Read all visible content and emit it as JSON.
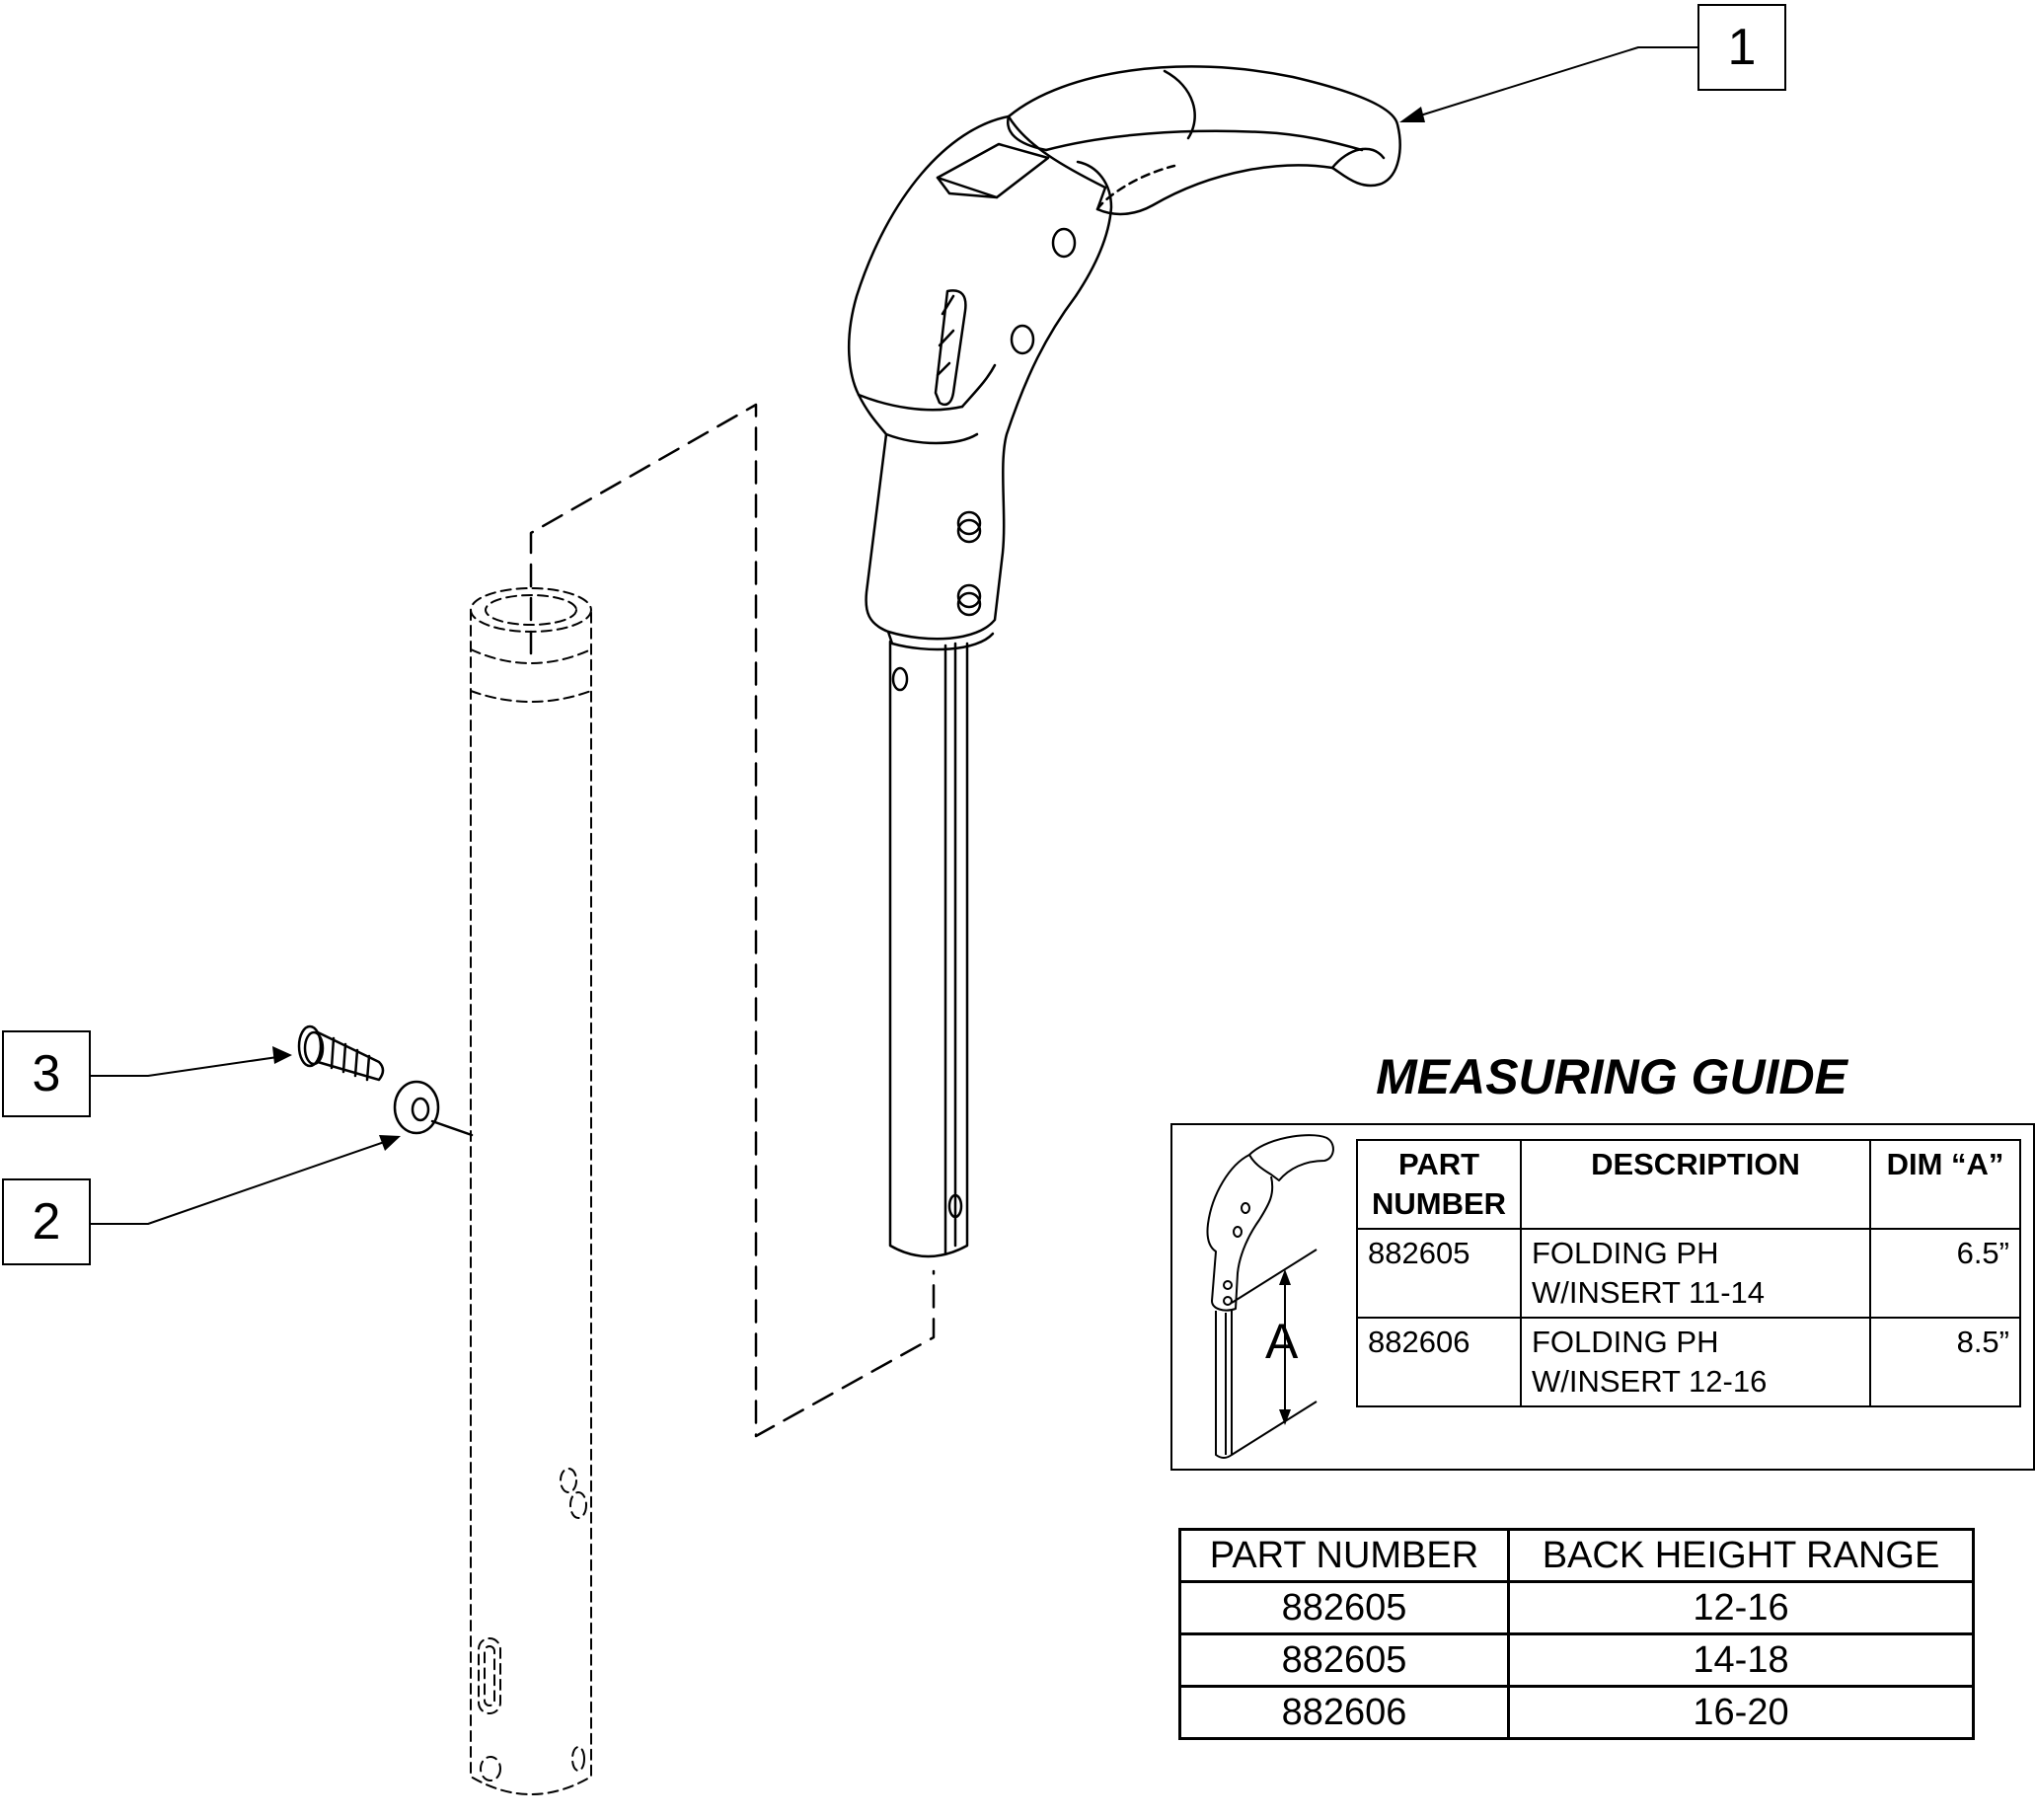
{
  "callouts": [
    {
      "id": "1",
      "label": "1"
    },
    {
      "id": "2",
      "label": "2"
    },
    {
      "id": "3",
      "label": "3"
    }
  ],
  "measuring_guide": {
    "title": "MEASURING GUIDE",
    "dimension_label": "A",
    "headers": {
      "part_number": [
        "PART",
        "NUMBER"
      ],
      "description": "DESCRIPTION",
      "dim": "DIM “A”"
    },
    "rows": [
      {
        "part": "882605",
        "description": [
          "FOLDING PH",
          "W/INSERT 11-14"
        ],
        "dim": "6.5”"
      },
      {
        "part": "882606",
        "description": [
          "FOLDING PH",
          "W/INSERT 12-16"
        ],
        "dim": "8.5”"
      }
    ]
  },
  "back_height_table": {
    "headers": [
      "PART NUMBER",
      "BACK HEIGHT RANGE"
    ],
    "rows": [
      [
        "882605",
        "12-16"
      ],
      [
        "882605",
        "14-18"
      ],
      [
        "882606",
        "16-20"
      ]
    ]
  }
}
